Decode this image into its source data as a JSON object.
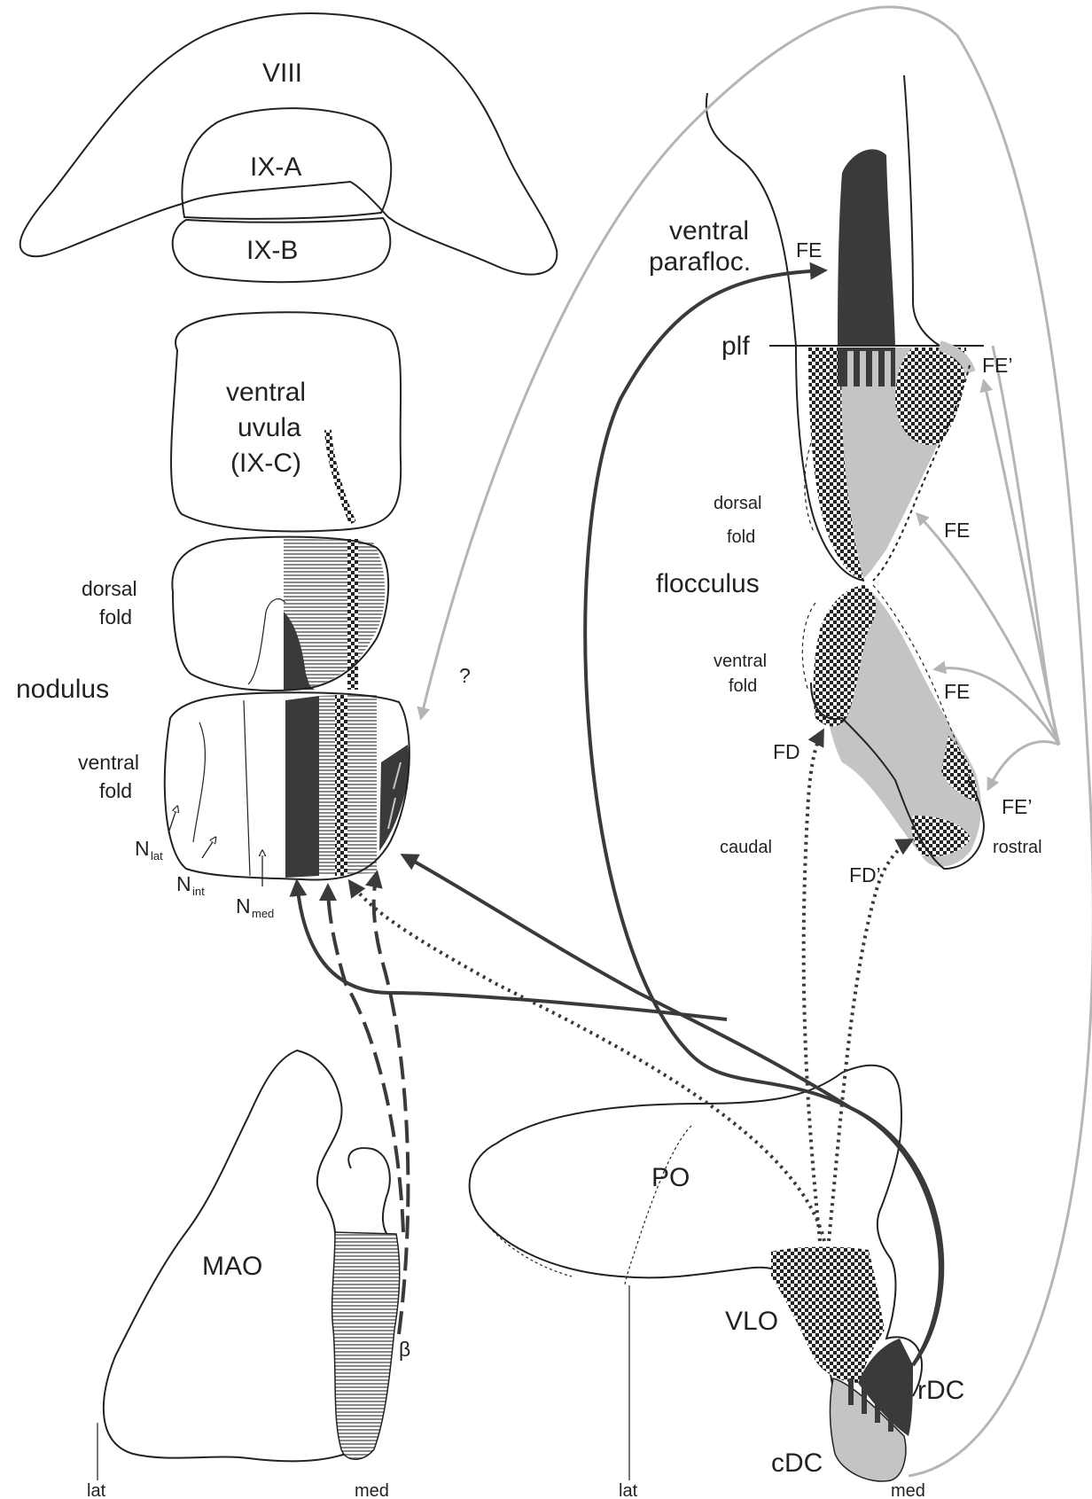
{
  "labels": {
    "viii": "VIII",
    "ixa": "IX-A",
    "ixb": "IX-B",
    "ventral_uvula": "ventral",
    "ventral_uvula_2": "uvula",
    "ventral_uvula_3": "(IX-C)",
    "dorsal_fold_left": "dorsal",
    "dorsal_fold_left_2": "fold",
    "nodulus": "nodulus",
    "ventral_fold_left": "ventral",
    "ventral_fold_left_2": "fold",
    "n_lat": "N",
    "n_lat_sub": "lat",
    "n_int": "N",
    "n_int_sub": "int",
    "n_med": "N",
    "n_med_sub": "med",
    "question": "?",
    "ventral_parafloc": "ventral",
    "ventral_parafloc_2": "parafloc.",
    "fe_top": "FE",
    "plf": "plf",
    "fe_prime_top": "FE’",
    "dorsal_fold_right": "dorsal",
    "dorsal_fold_right_2": "fold",
    "fe_mid": "FE",
    "flocculus": "flocculus",
    "ventral_fold_right": "ventral",
    "ventral_fold_right_2": "fold",
    "fe_low": "FE",
    "fd": "FD",
    "fe_prime_low": "FE’",
    "caudal": "caudal",
    "rostral": "rostral",
    "fd_prime": "FD’",
    "mao": "MAO",
    "beta": "β",
    "po": "PO",
    "vlo": "VLO",
    "rdc": "rDC",
    "cdc": "cDC",
    "lat_left": "lat",
    "med_left": "med",
    "lat_right": "lat",
    "med_right": "med"
  },
  "colors": {
    "dark": "#3a3a3a",
    "gray": "#c4c4c4",
    "line_gray": "#b5b5b5",
    "ink": "#222222"
  }
}
